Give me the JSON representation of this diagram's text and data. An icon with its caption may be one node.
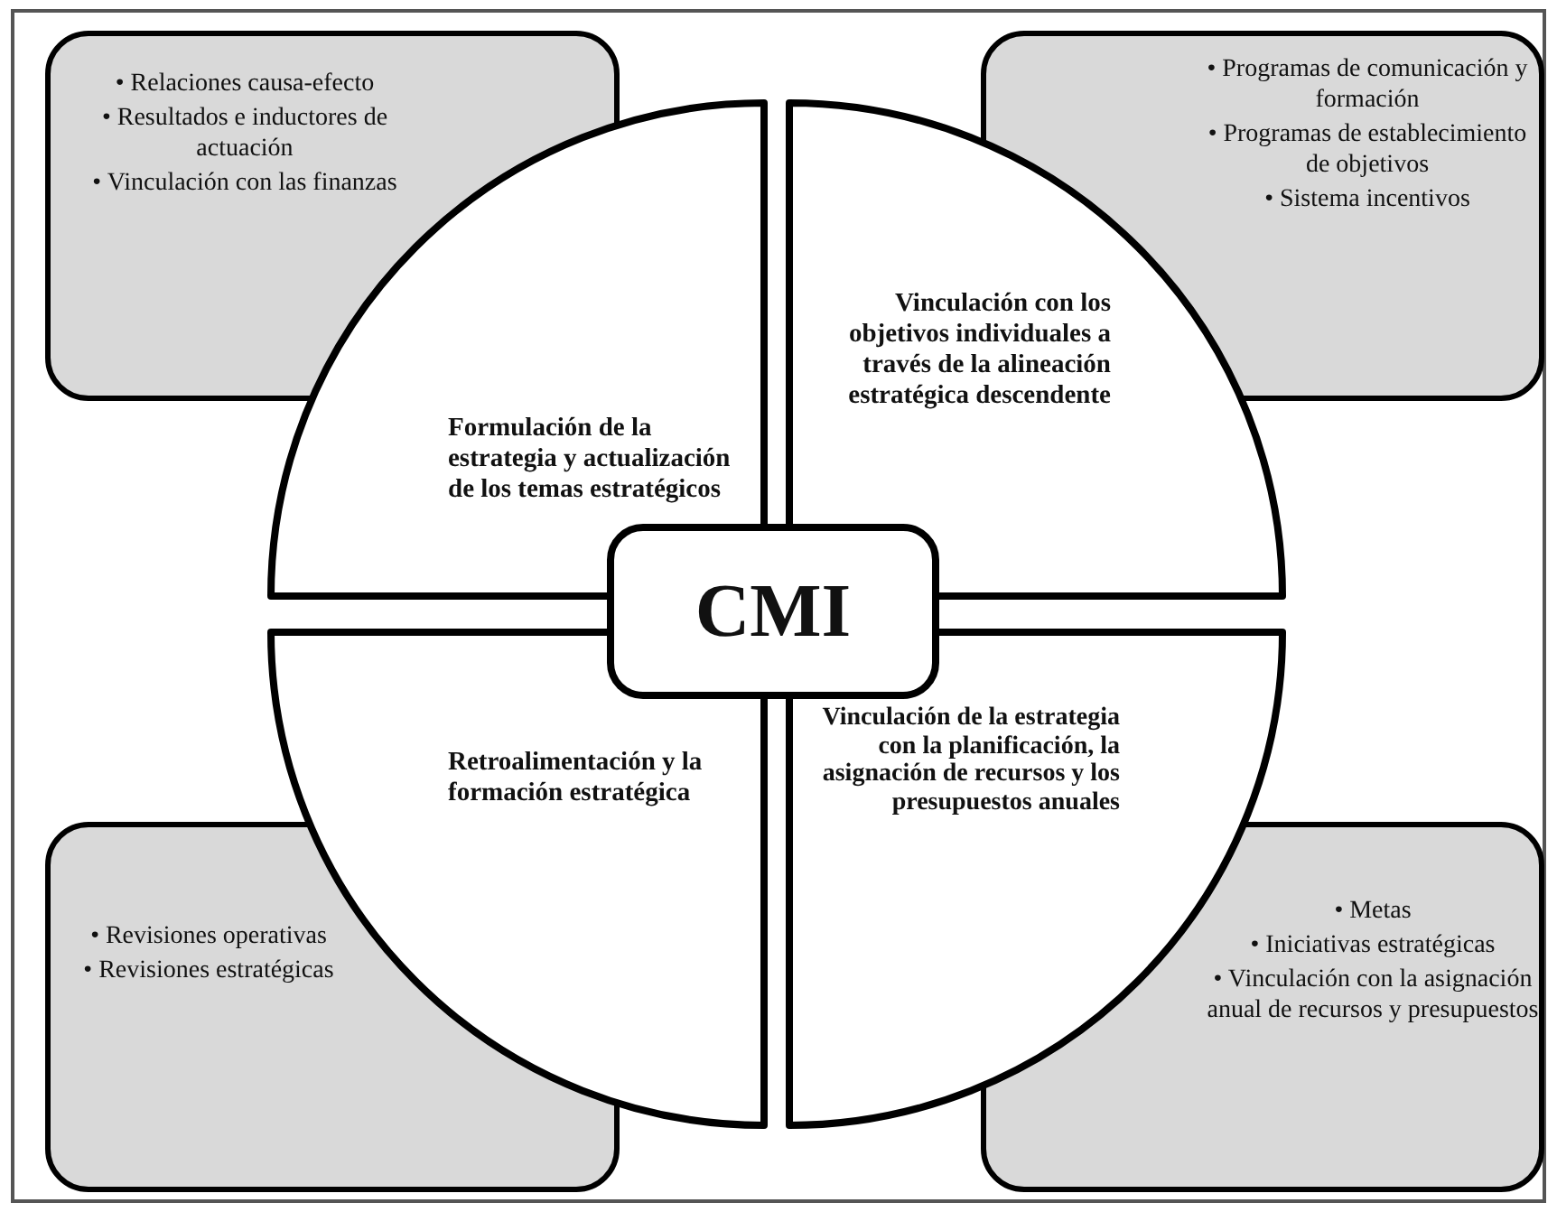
{
  "diagram": {
    "nodes": [
      {
        "text": [
          "• Relaciones causa-efecto",
          "• Resultados e inductores de actuación",
          "• Vinculación con las finanzas"
        ]
      },
      {
        "text": [
          "• Programas de comunicación y formación",
          "• Programas de establecimiento de objetivos",
          "• Sistema incentivos"
        ]
      },
      {
        "text": [
          "Formulación de la estrategia y actualización de los temas estratégicos"
        ]
      },
      {
        "text": [
          "Vinculación con los objetivos individuales a través de la alineación estratégica descendente"
        ]
      },
      {
        "text": [
          "CMI"
        ]
      },
      {
        "text": [
          "Retroalimentación y la formación estratégica"
        ]
      },
      {
        "text": [
          "Vinculación de la estrategia con la planificación, la asignación de recursos y los presupuestos anuales"
        ]
      },
      {
        "text": [
          "• Revisiones operativas",
          "• Revisiones estratégicas"
        ]
      },
      {
        "text": [
          "• Metas",
          "• Iniciativas estratégicas",
          "• Vinculación con la asignación anual de recursos y presupuestos"
        ]
      }
    ]
  }
}
